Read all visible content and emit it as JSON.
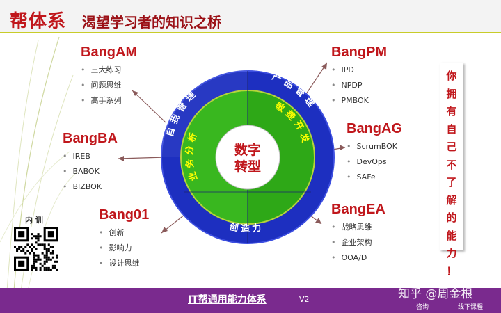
{
  "header": {
    "brand": "帮体系",
    "subtitle": "渴望学习者的知识之桥"
  },
  "center": {
    "line1": "数字",
    "line2": "转型"
  },
  "inner_ring": [
    "业务分析",
    "敏捷开发"
  ],
  "outer_ring": [
    "自我管理",
    "产品管理",
    "创造力"
  ],
  "groups": {
    "am": {
      "title": "BangAM",
      "items": [
        "三大练习",
        "问题思维",
        "高手系列"
      ]
    },
    "ba": {
      "title": "BangBA",
      "items": [
        "IREB",
        "BABOK",
        "BIZBOK"
      ]
    },
    "b01": {
      "title": "Bang01",
      "items": [
        "创新",
        "影响力",
        "设计思维"
      ]
    },
    "pm": {
      "title": "BangPM",
      "items": [
        "IPD",
        "NPDP",
        "PMBOK"
      ]
    },
    "ag": {
      "title": "BangAG",
      "items": [
        "ScrumBOK",
        "DevOps",
        "SAFe"
      ]
    },
    "ea": {
      "title": "BangEA",
      "items": [
        "战略思维",
        "企业架构",
        "OOA/D"
      ]
    }
  },
  "side_note": "你拥有自己不了解的能力！",
  "qr_label": "内 训",
  "footer": {
    "title": "IT帮通用能力体系",
    "version": "V2",
    "watermark": "知乎 @周金根",
    "menu1": "咨询",
    "menu2": "线下课程"
  },
  "colors": {
    "blue": "#1d2fc0",
    "green": "#35b21e",
    "red": "#c0171c",
    "purple": "#7a2a8e",
    "olive": "#c8cc2a"
  }
}
